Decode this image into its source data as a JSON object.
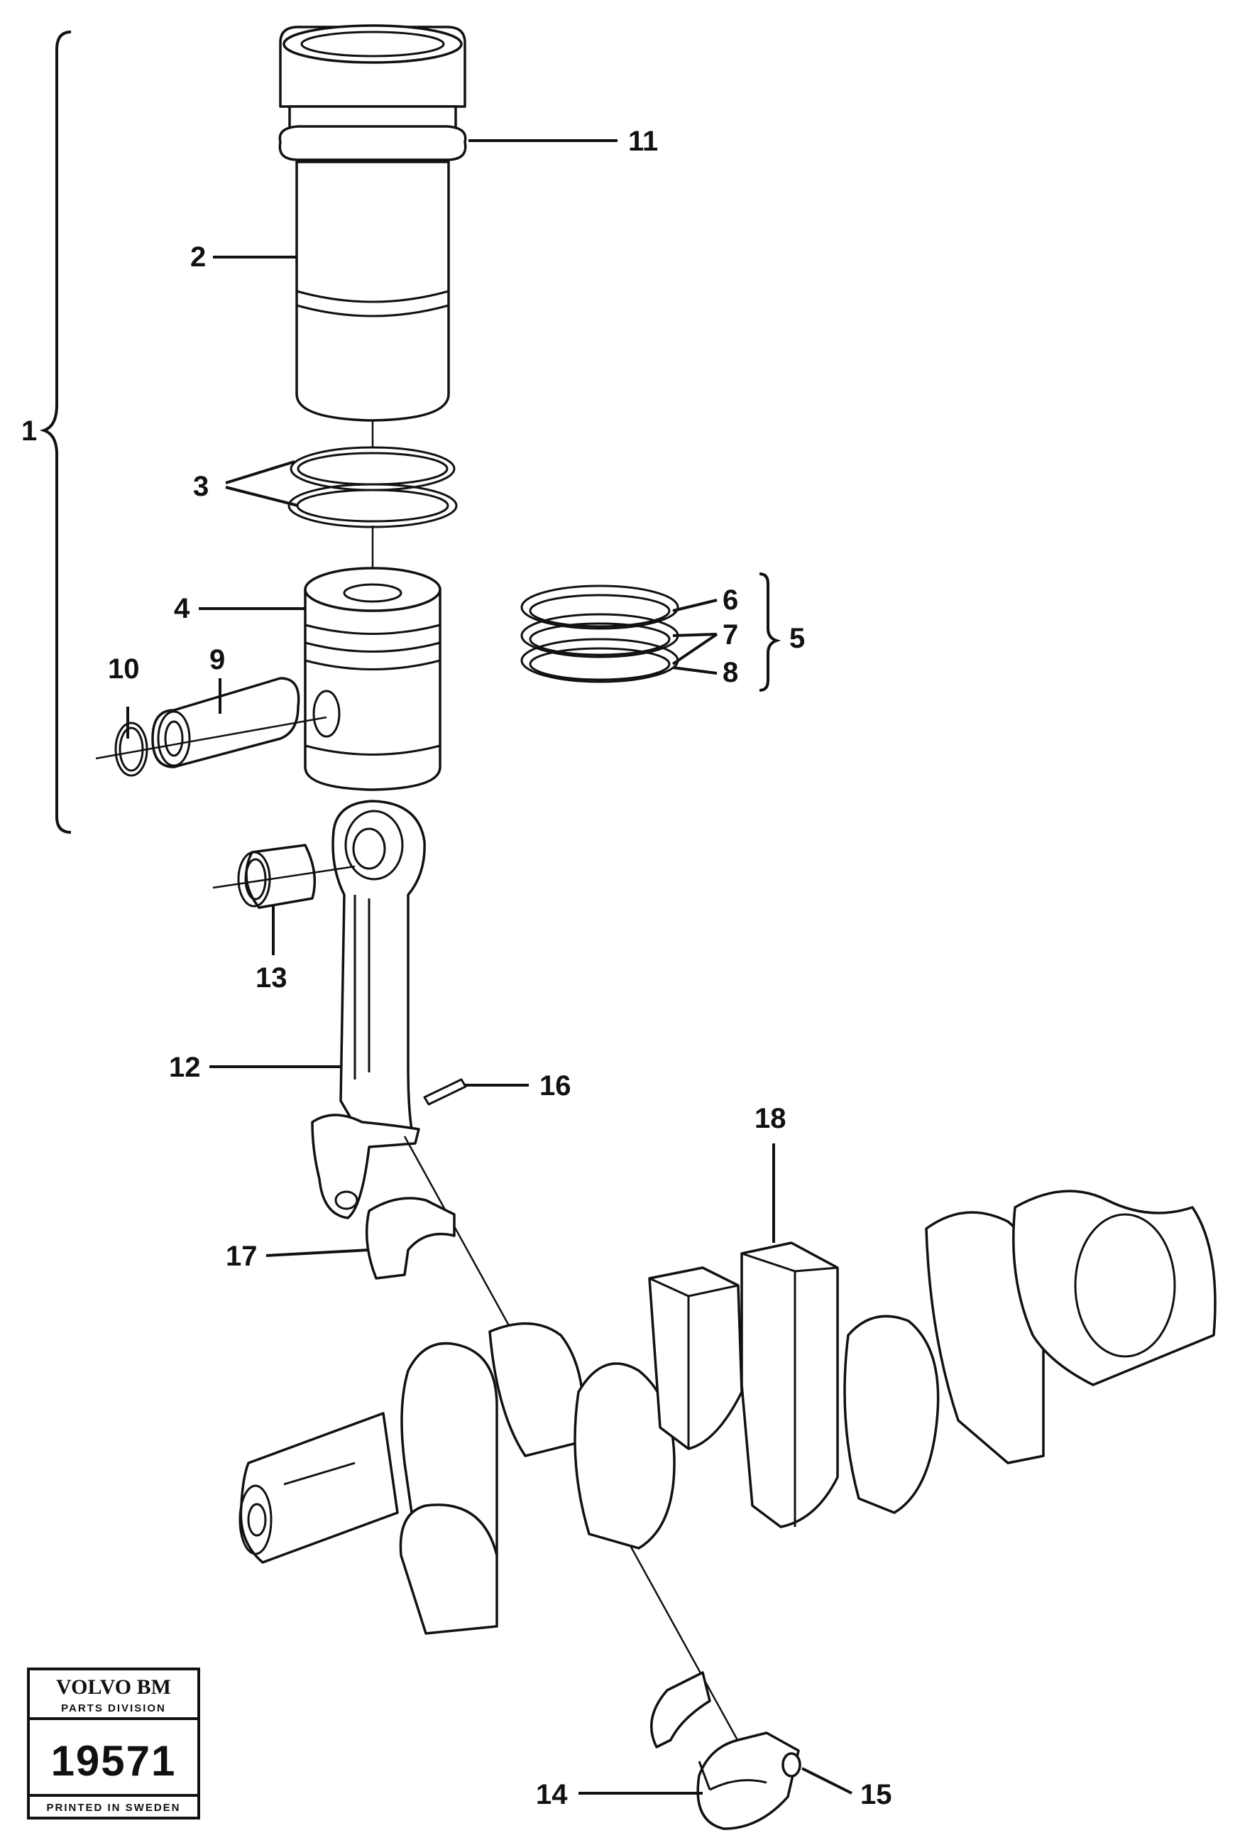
{
  "callouts": [
    {
      "id": "c1",
      "text": "1"
    },
    {
      "id": "c2",
      "text": "2"
    },
    {
      "id": "c3",
      "text": "3"
    },
    {
      "id": "c4",
      "text": "4"
    },
    {
      "id": "c5",
      "text": "5"
    },
    {
      "id": "c6",
      "text": "6"
    },
    {
      "id": "c7",
      "text": "7"
    },
    {
      "id": "c8",
      "text": "8"
    },
    {
      "id": "c9",
      "text": "9"
    },
    {
      "id": "c10",
      "text": "10"
    },
    {
      "id": "c11",
      "text": "11"
    },
    {
      "id": "c12",
      "text": "12"
    },
    {
      "id": "c13",
      "text": "13"
    },
    {
      "id": "c14",
      "text": "14"
    },
    {
      "id": "c15",
      "text": "15"
    },
    {
      "id": "c16",
      "text": "16"
    },
    {
      "id": "c17",
      "text": "17"
    },
    {
      "id": "c18",
      "text": "18"
    }
  ],
  "stamp": {
    "brand": "VOLVO BM",
    "division": "PARTS DIVISION",
    "number": "19571",
    "printed": "PRINTED IN SWEDEN"
  }
}
